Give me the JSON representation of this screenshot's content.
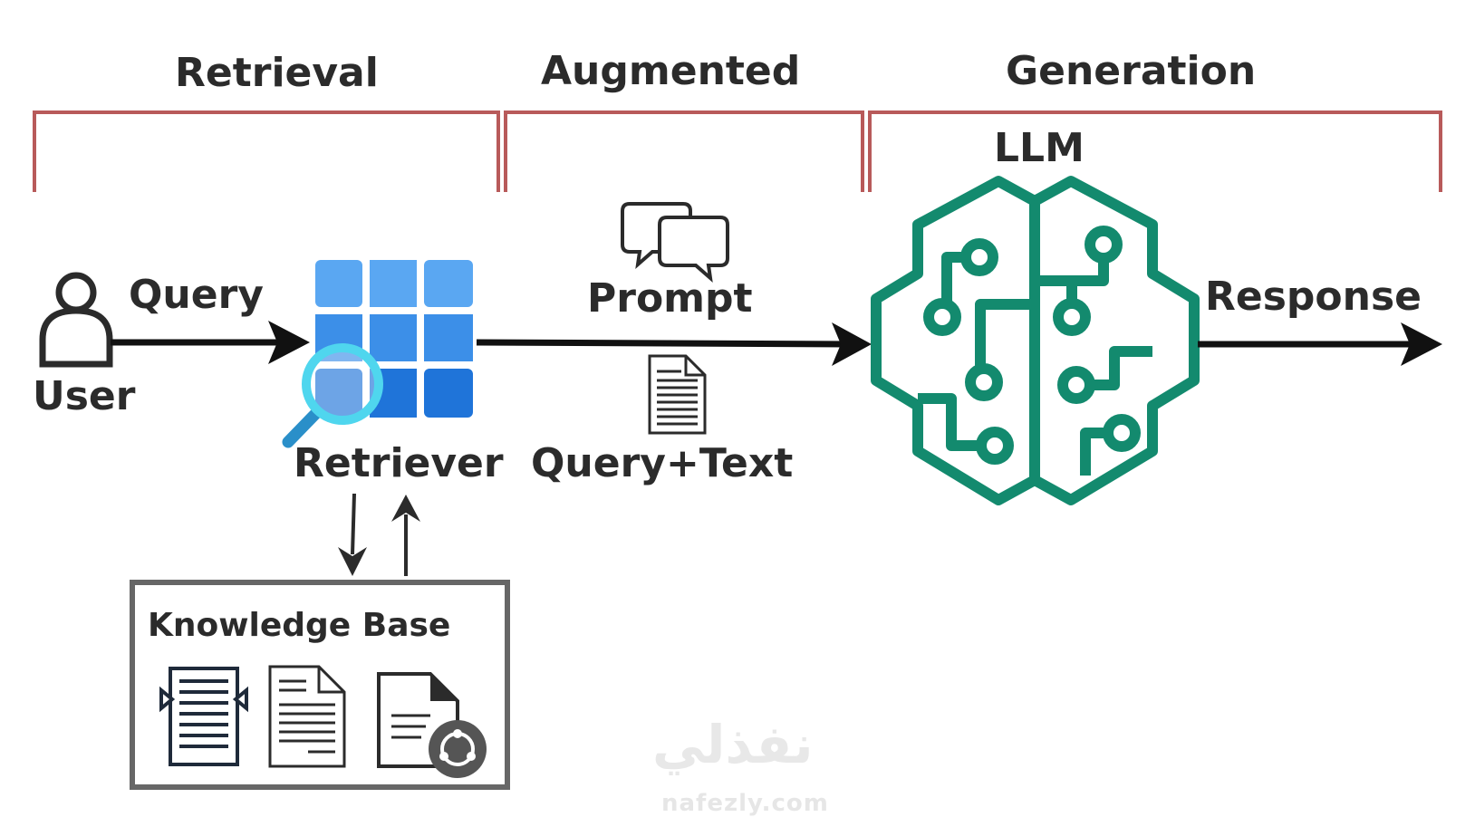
{
  "sections": {
    "retrieval": "Retrieval",
    "augmented": "Augmented",
    "generation": "Generation"
  },
  "nodes": {
    "user": "User",
    "query": "Query",
    "retriever": "Retriever",
    "prompt": "Prompt",
    "query_text": "Query+Text",
    "llm": "LLM",
    "response": "Response",
    "knowledge_base": "Knowledge Base"
  },
  "watermark": {
    "arabic": "نفذلي",
    "site": "nafezly.com"
  },
  "colors": {
    "bracket": "#b85a5a",
    "llm_brain": "#138a6e",
    "retriever_grid": "#3d8ee6",
    "magnifier": "#4fd6ee",
    "arrow": "#111111",
    "kb_border": "#676767"
  },
  "icons": [
    "user-icon",
    "retriever-grid-icon",
    "magnifier-icon",
    "chat-bubbles-icon",
    "document-icon",
    "brain-circuit-icon",
    "text-document-icon",
    "document-icon",
    "document-share-icon"
  ]
}
